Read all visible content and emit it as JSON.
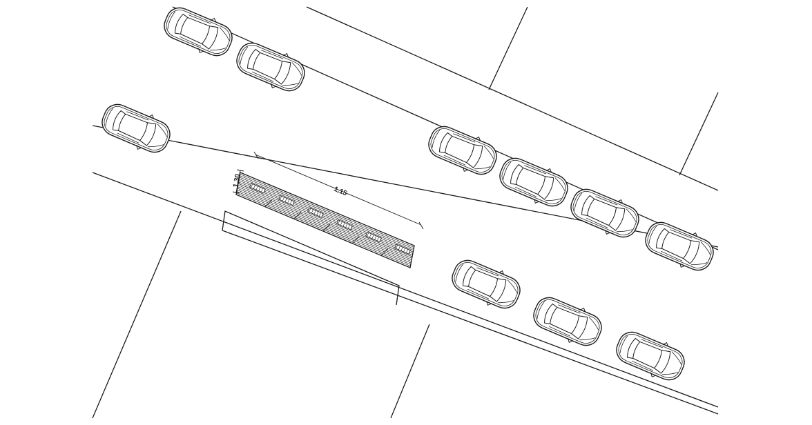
{
  "drawing": {
    "dimension_width_label": "1,15",
    "dimension_depth_label": "1,30",
    "colors": {
      "stroke": "#1a1a1a",
      "background": "#ffffff"
    },
    "parklet_seats": 6,
    "parked_cars_upper_row": 6,
    "parked_cars_lower_row": 4
  }
}
